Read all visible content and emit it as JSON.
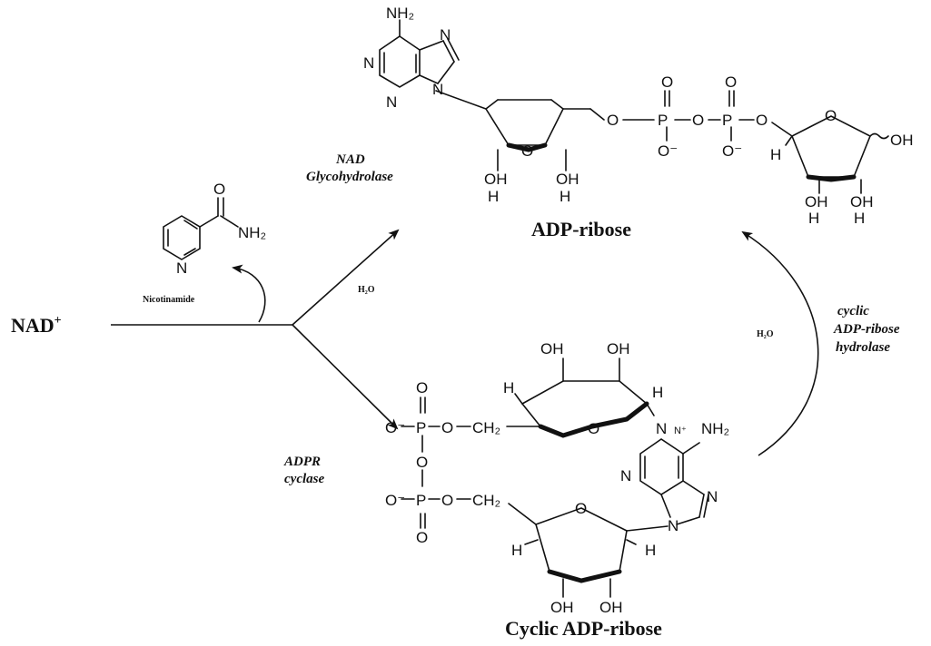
{
  "compounds": {
    "nad": "NAD",
    "nad_charge": "+",
    "adp_ribose": "ADP-ribose",
    "cyclic_adp_ribose": "Cyclic ADP-ribose",
    "nicotinamide": "Nicotinamide"
  },
  "enzymes": {
    "glycohydrolase_line1": "NAD",
    "glycohydrolase_line2": "Glycohydrolase",
    "cyclase_line1": "ADPR",
    "cyclase_line2": "cyclase",
    "hydrolase_line1": "cyclic",
    "hydrolase_line2": "ADP-ribose",
    "hydrolase_line3": "hydrolase"
  },
  "water_labels": {
    "glycohydrolase": "H₂O",
    "hydrolase": "H₂O"
  },
  "atoms": {
    "nh2": "NH₂",
    "n": "N",
    "o": "O",
    "p": "P",
    "oh": "OH",
    "h": "H",
    "o_minus": "O⁻",
    "ch2": "CH₂",
    "nplus": "N⁺"
  }
}
